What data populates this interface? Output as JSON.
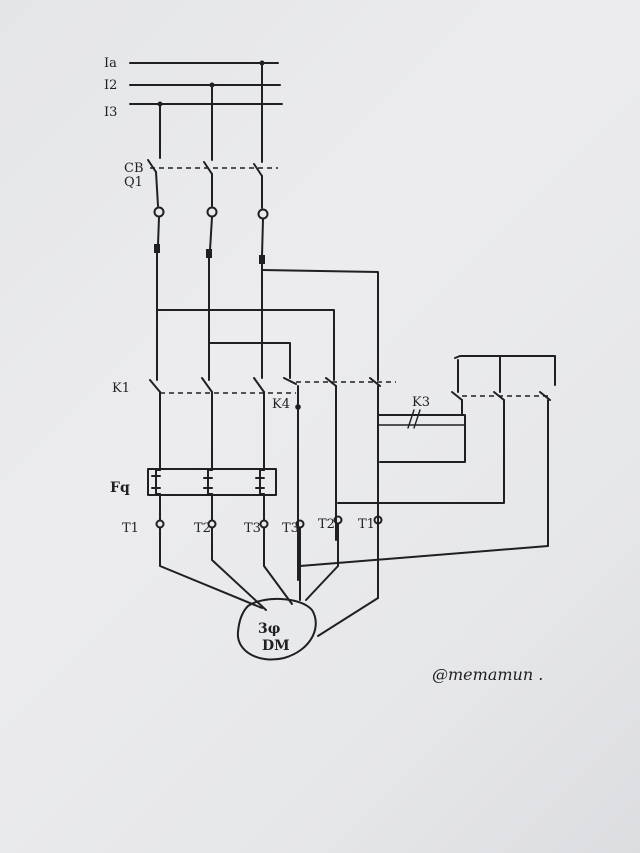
{
  "diagram": {
    "supply_labels": {
      "l1": "Ia",
      "l2": "I2",
      "l3": "I3"
    },
    "breaker_label": {
      "line1": "CB",
      "line2": "Q1"
    },
    "contactor_k1": "K1",
    "contactor_k4": "K4",
    "contactor_k3": "K3",
    "overload_label": "Fq",
    "terminals": [
      "T1",
      "T2",
      "T3",
      "T3",
      "T2",
      "T1"
    ],
    "motor": {
      "line1": "3φ",
      "line2": "DM"
    },
    "signature": "@memamun ."
  }
}
